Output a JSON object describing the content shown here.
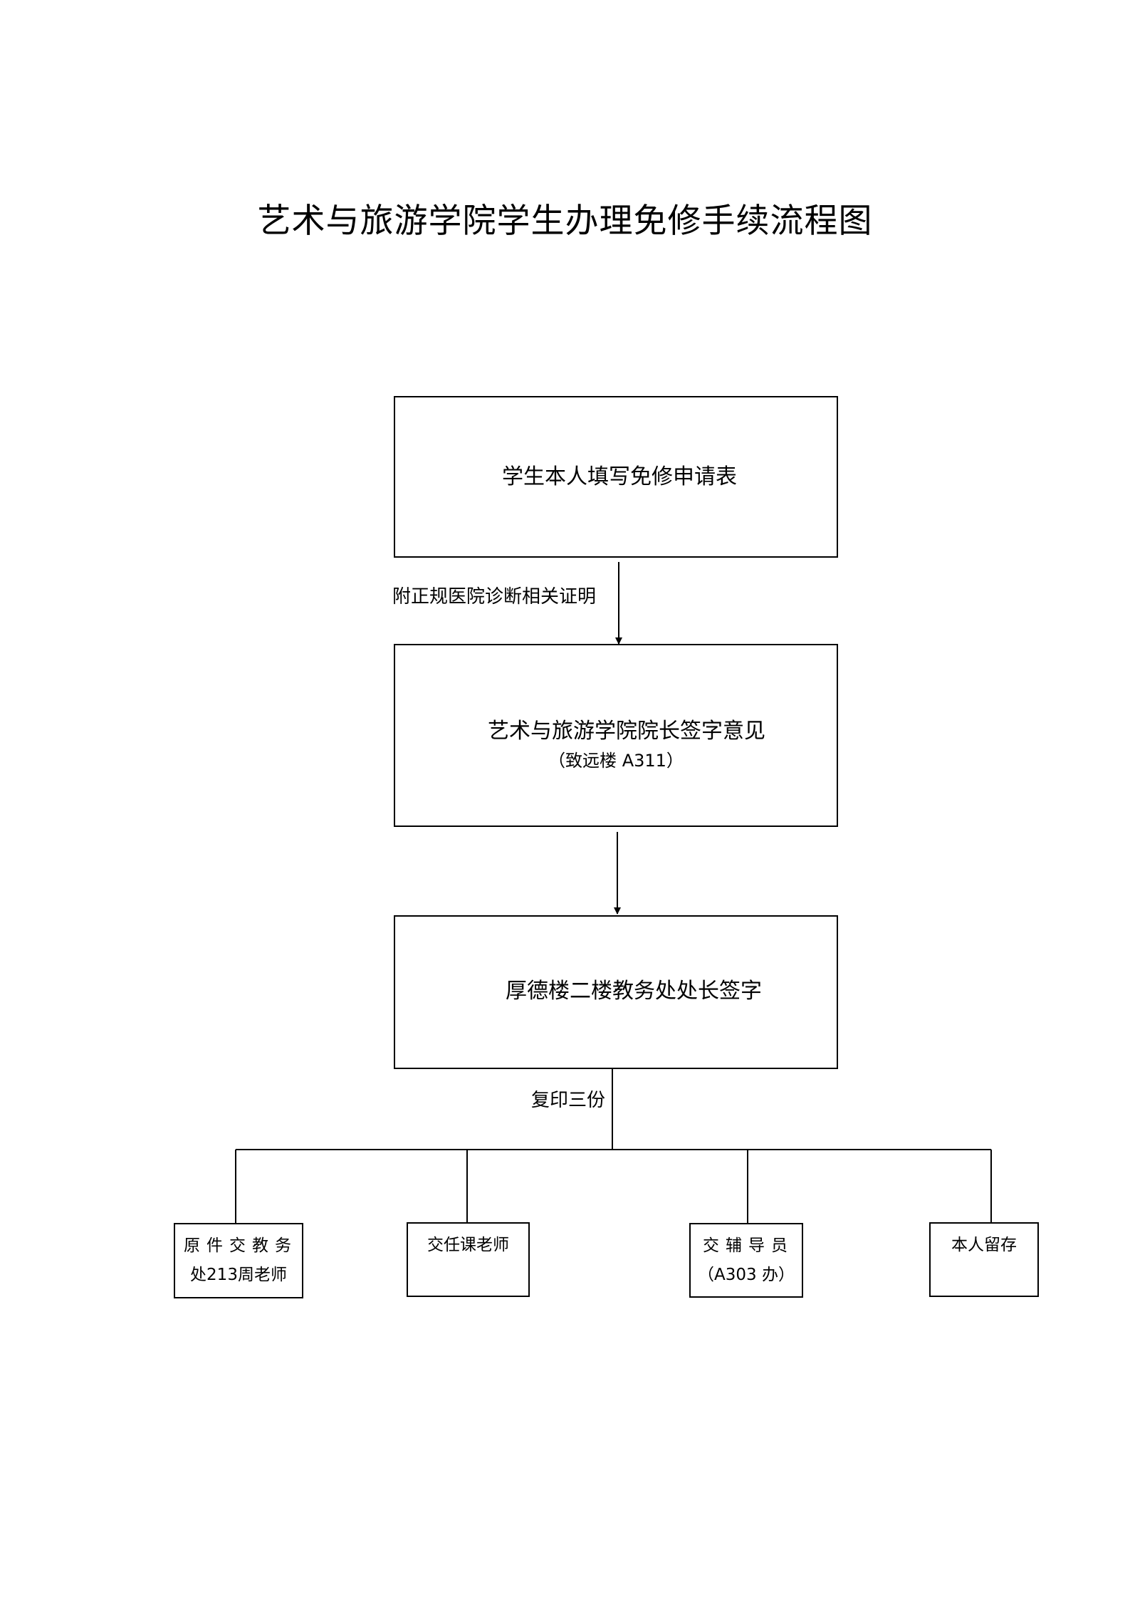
{
  "document": {
    "title": "艺术与旅游学院学生办理免修手续流程图"
  },
  "flow": {
    "step1": {
      "label": "学生本人填写免修申请表"
    },
    "edge1_label": "附正规医院诊断相关证明",
    "step2": {
      "label": "艺术与旅游学院院长签字意见",
      "sublabel": "（致远楼 A311）"
    },
    "step3": {
      "label": "厚德楼二楼教务处处长签字"
    },
    "edge3_label": "复印三份",
    "leaves": [
      {
        "line1": "原件交教务",
        "line2": "处213周老师"
      },
      {
        "line1": "交任课老师",
        "line2": ""
      },
      {
        "line1": "交辅导员",
        "line2": "（A303 办）"
      },
      {
        "line1": "本人留存",
        "line2": ""
      }
    ]
  }
}
